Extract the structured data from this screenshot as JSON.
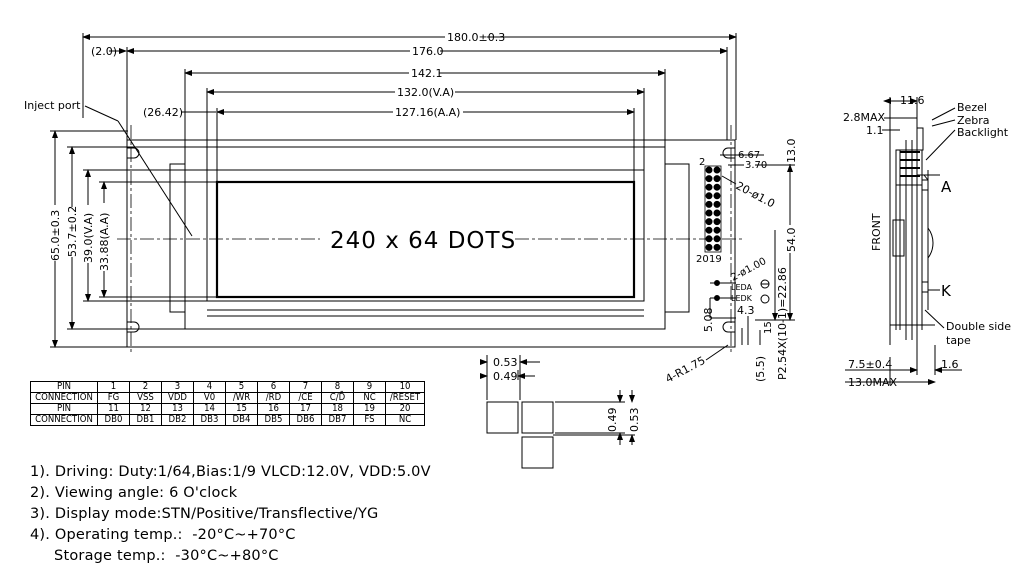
{
  "dims": {
    "d180": "180.0±0.3",
    "d176": "176.0",
    "d2": "(2.0)",
    "d142": "142.1",
    "d132": "132.0(V.A)",
    "d127": "127.16(A.A)",
    "d2642": "(26.42)",
    "h65": "65.0±0.3",
    "h537": "53.7±0.2",
    "h39": "39.0(V.A)",
    "h3388": "33.88(A.A)",
    "h54": "54.0",
    "d13": "13.0",
    "d667": "6.67",
    "d370": "3.70",
    "pin2": "2",
    "holes": "20-ø1.0",
    "pin20": "20",
    "pin19": "19",
    "led_hole": "2-ø1.00",
    "leda": "LEDA",
    "ledk": "LEDK",
    "d43": "4.3",
    "d508": "5.08",
    "d15": "15",
    "d55": "(5.5)",
    "pitch": "P2.54X(10-1)=22.86",
    "radius": "4-R1.75",
    "d053": "0.53",
    "d049": "0.49"
  },
  "labels": {
    "inject_port": "Inject port",
    "display_text": "240 x 64 DOTS",
    "bezel": "Bezel",
    "zebra": "Zebra",
    "backlight": "Backlight",
    "anode": "A",
    "cathode": "K",
    "front": "FRONT",
    "tape1": "Double side",
    "tape2": "tape"
  },
  "side_dims": {
    "d116": "11.6",
    "d28max": "2.8MAX",
    "d11": "1.1",
    "d75": "7.5±0.4",
    "d16": "1.6",
    "d13max": "13.0MAX"
  },
  "pin_table": {
    "header1": "PIN",
    "pins1": [
      "1",
      "2",
      "3",
      "4",
      "5",
      "6",
      "7",
      "8",
      "9",
      "10"
    ],
    "header2": "CONNECTION",
    "conn1": [
      "FG",
      "VSS",
      "VDD",
      "V0",
      "/WR",
      "/RD",
      "/CE",
      "C/D̄",
      "NC",
      "/RESET"
    ],
    "pins2": [
      "11",
      "12",
      "13",
      "14",
      "15",
      "16",
      "17",
      "18",
      "19",
      "20"
    ],
    "conn2": [
      "DB0",
      "DB1",
      "DB2",
      "DB3",
      "DB4",
      "DB5",
      "DB6",
      "DB7",
      "FS",
      "NC"
    ]
  },
  "notes": [
    "1). Driving: Duty:1/64,Bias:1/9 VLCD:12.0V, VDD:5.0V",
    "2). Viewing angle: 6 O'clock",
    "3). Display mode:STN/Positive/Transflective/YG",
    "4). Operating temp.:  -20°C~+70°C",
    "     Storage temp.:  -30°C~+80°C"
  ]
}
